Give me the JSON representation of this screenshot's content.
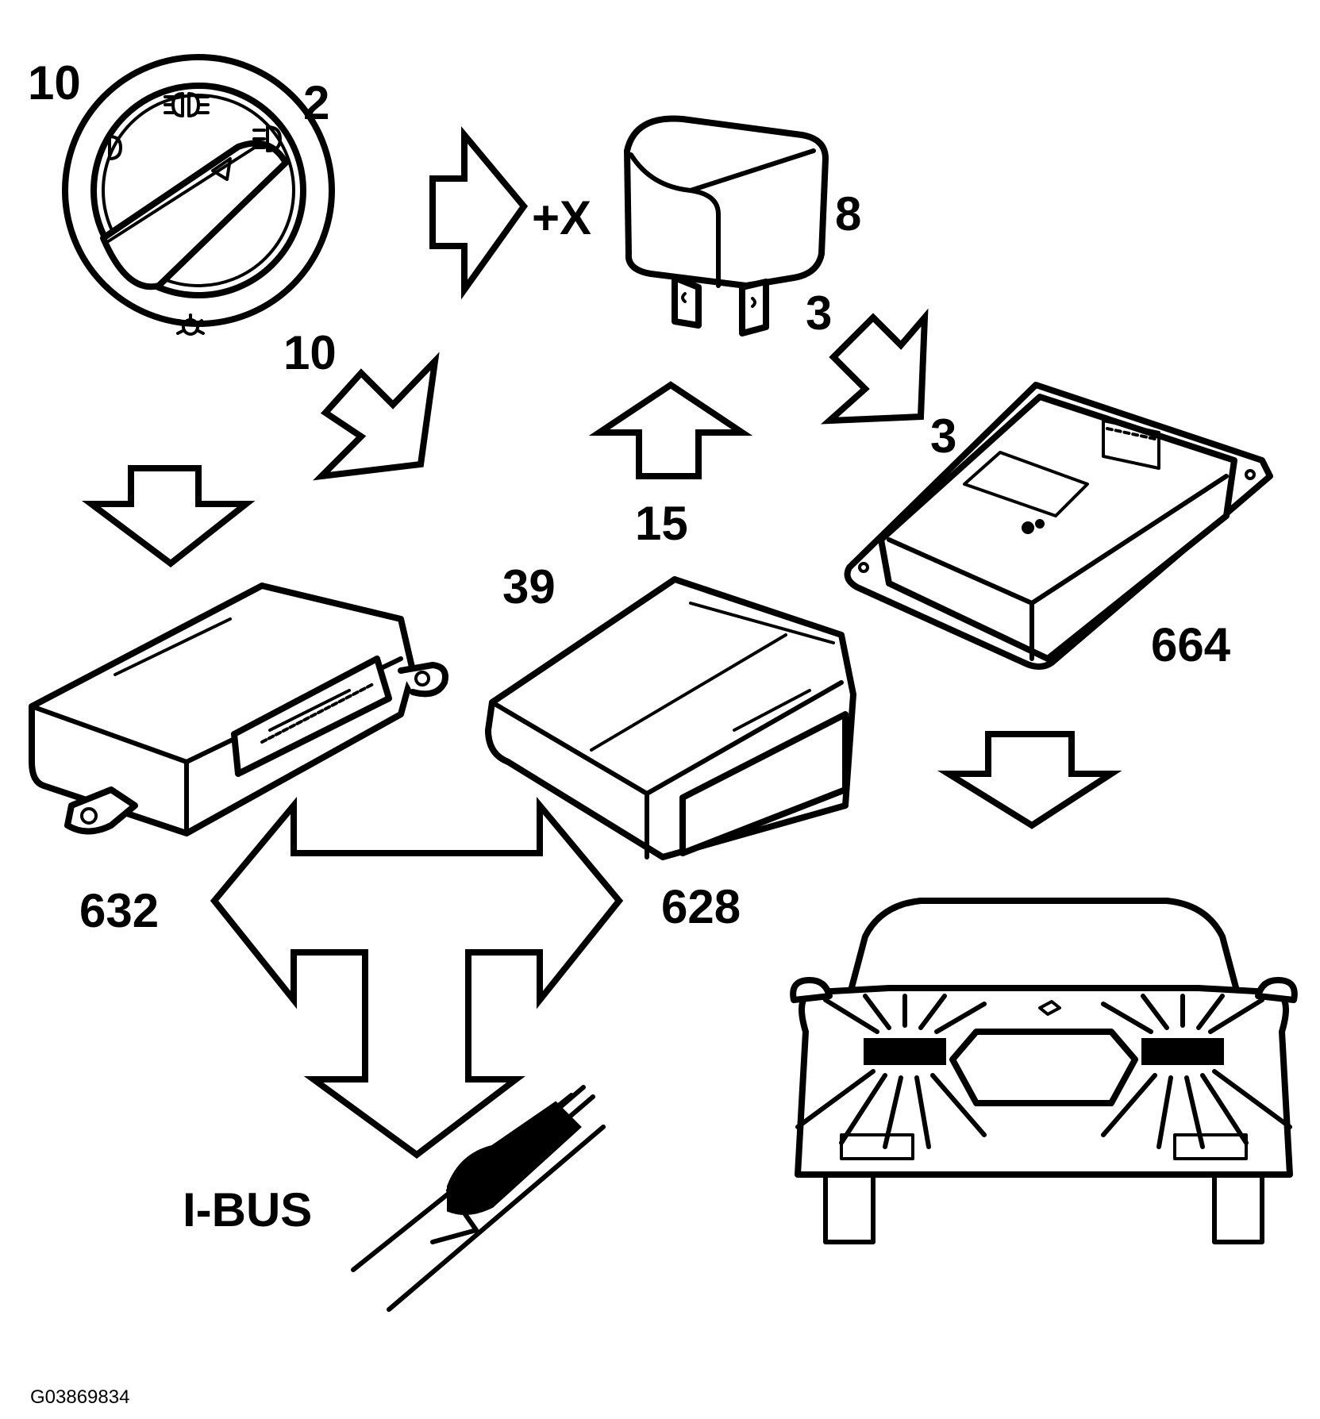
{
  "labels": {
    "switch_left": "10",
    "switch_right": "2",
    "switch_bottom": "10",
    "relay_input": "+X",
    "relay": "8",
    "relay_output_top": "3",
    "relay_output_bottom": "3",
    "ignition": "15",
    "module_center_top": "39",
    "module_left": "632",
    "module_center": "628",
    "module_right": "664",
    "bus": "I-BUS",
    "figure_code": "G03869834"
  },
  "colors": {
    "line": "#000000",
    "background": "#ffffff"
  }
}
